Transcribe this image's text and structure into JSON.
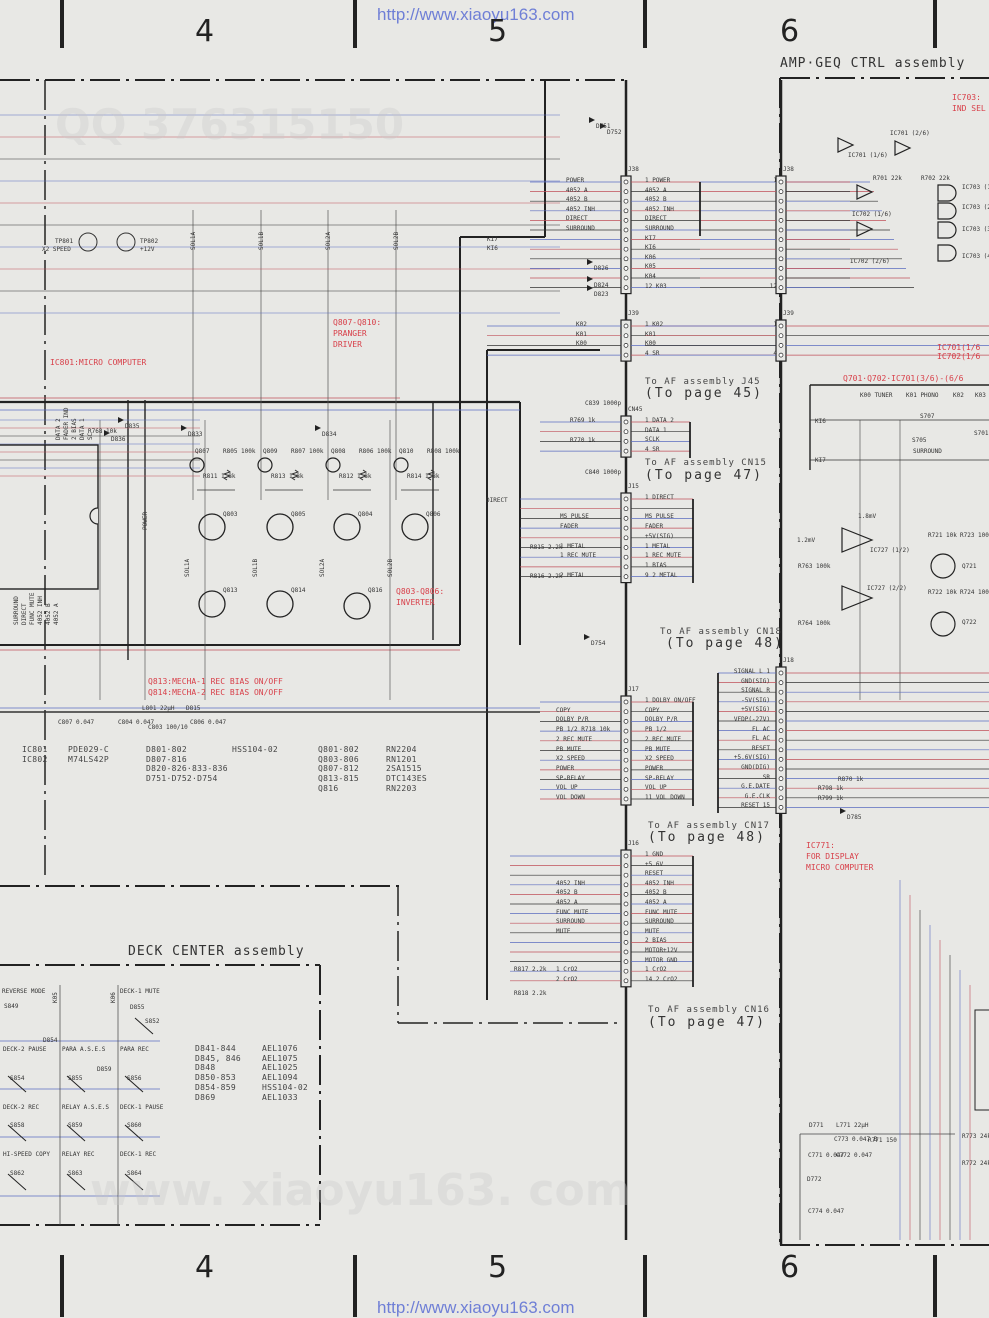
{
  "header": {
    "url": "http://www.xiaoyu163.com",
    "columns": [
      "4",
      "5",
      "6"
    ]
  },
  "watermarks": [
    "QQ 376315150",
    "www. xiaoyu163. com"
  ],
  "assemblies": {
    "amp_geq": "AMP·GEQ CTRL assembly",
    "deck_center": "DECK CENTER assembly"
  },
  "notes": {
    "ic801": "IC801:MICRO COMPUTER",
    "q807": [
      "Q807-Q810:",
      "PRANGER",
      "DRIVER"
    ],
    "q803": [
      "Q803-Q806:",
      "INVERTER"
    ],
    "q813": [
      "Q813:MECHA-1 REC BIAS ON/OFF",
      "Q814:MECHA-2 REC BIAS ON/OFF"
    ],
    "ic771": [
      "IC771:",
      "FOR DISPLAY",
      "MICRO COMPUTER"
    ],
    "ic703": [
      "IC703:",
      "IND SEL"
    ],
    "ic701": [
      "IC701(1/6",
      "IC702(1/6"
    ],
    "q701": "Q701·Q702·IC701(3/6)-(6/6"
  },
  "connectors": {
    "j38a": {
      "name": "J38",
      "left": [
        "POWER",
        "4052 A",
        "4052 B",
        "4052 INH",
        "DIRECT",
        "SURROUND",
        null,
        null,
        null,
        null,
        null,
        null
      ],
      "right": [
        "1 POWER",
        "4052 A",
        "4052 B",
        "4052 INH",
        "DIRECT",
        "SURROUND",
        "KI7",
        "KI6",
        "K06",
        "K05",
        "K04",
        "12 K03"
      ]
    },
    "j39a": {
      "name": "J39",
      "left": [
        "K02",
        "K01",
        "K00",
        null
      ],
      "right": [
        "1 K02",
        "K01",
        "K00",
        "4 SR"
      ]
    },
    "cn45": {
      "name": "CN45",
      "left": [
        null,
        null,
        null,
        null
      ],
      "right": [
        "1 DATA 2",
        "DATA 1",
        "SCLK",
        "4 SR"
      ]
    },
    "j15": {
      "name": "J15",
      "left": [
        null,
        null,
        "MS PULSE",
        "FADER",
        null,
        "1 METAL",
        "1 REC MUTE",
        null,
        "2 METAL"
      ],
      "right": [
        "1 DIRECT",
        "",
        "MS PULSE",
        "FADER",
        "+5V(SIG)",
        "1 METAL",
        "1 REC MUTE",
        "1 BIAS",
        "9 2 METAL"
      ]
    },
    "j17": {
      "name": "J17",
      "left": [
        null,
        "COPY",
        "DOLBY P/R",
        "PB 1/2  R718 10k",
        "2 REC MUTE",
        "PB MUTE",
        "X2 SPEED",
        "POWER",
        "SP-RELAY",
        "VOL UP",
        "VOL DOWN"
      ],
      "right": [
        "1 DOLBY ON/OFF",
        "COPY",
        "DOLBY P/R",
        "PB 1/2",
        "2 REC MUTE",
        "PB MUTE",
        "X2 SPEED",
        "POWER",
        "SP-RELAY",
        "VOL UP",
        "11 VOL DOWN"
      ]
    },
    "j16": {
      "name": "J16",
      "left": [
        null,
        null,
        null,
        "4052 INH",
        "4052 B",
        "4052 A",
        "FUNC MUTE",
        "SURROUND",
        "MUTE",
        null,
        null,
        null,
        "1 CrO2",
        "2 CrO2"
      ],
      "right": [
        "1 GND",
        "+5.6V",
        "RESET",
        "4052 INH",
        "4052 B",
        "4052 A",
        "FUNC MUTE",
        "SURROUND",
        "MUTE",
        "2 BIAS",
        "MOTOR+12V",
        "MOTOR GND",
        "1 CrO2",
        "14 2 CrO2"
      ]
    },
    "j38b": {
      "name": "J38",
      "left": [
        "1",
        null,
        null,
        null,
        null,
        null,
        null,
        null,
        null,
        null,
        null,
        "12"
      ],
      "right": []
    },
    "j39b": {
      "name": "J39",
      "left": [
        "1",
        null,
        null,
        "4"
      ],
      "right": []
    },
    "j18": {
      "name": "J18",
      "left": [
        "SIGNAL L 1",
        "GND(SIG)",
        "SIGNAL R",
        "-5V(SIG)",
        "+5V(SIG)",
        "VFDP(-27V)",
        "FL AC",
        "FL AC",
        "RESET",
        "+5.6V(SIG)",
        "GND(DIG)",
        "SR",
        "G.E.DATE",
        "G.E.CLK",
        "RESET 15"
      ],
      "right": []
    }
  },
  "refs": [
    {
      "line1": "To AF assembly J45",
      "line2": "(To page 45)"
    },
    {
      "line1": "To AF assembly CN15",
      "line2": "(To page 47)"
    },
    {
      "line1": "To AF assembly CN18",
      "line2": "(To page 48)"
    },
    {
      "line1": "To AF assembly CN17",
      "line2": "(To page 48)"
    },
    {
      "line1": "To AF assembly CN16",
      "line2": "(To page 47)"
    }
  ],
  "test_points": [
    {
      "name": "TP801",
      "label": "X2 SPEED"
    },
    {
      "name": "TP802",
      "label": "+12V"
    }
  ],
  "signals": [
    "SOL1A",
    "SOL1B",
    "SOL2A",
    "SOL2B",
    "POWER",
    "DIRECT",
    "KI7",
    "KI6",
    "KI6",
    "KI7"
  ],
  "components": {
    "small_transistors": [
      "Q807",
      "Q809",
      "Q808",
      "Q810"
    ],
    "resistors_top": [
      "R805 100k",
      "R807 100k",
      "R806 100k",
      "R808 100k"
    ],
    "resistors_low": [
      "R811 1.8k",
      "R813 1.8k",
      "R812 1.8k",
      "R814 1.8k"
    ],
    "inverters": [
      "Q803",
      "Q805",
      "Q804",
      "Q806"
    ],
    "bias": [
      "Q813",
      "Q814",
      "Q816"
    ],
    "diodes": [
      "D833",
      "D834",
      "D835",
      "D836",
      "D751",
      "D752",
      "D826",
      "D824",
      "D823",
      "D754",
      "D785"
    ],
    "misc": [
      "R768 10k",
      "C839 1000p",
      "R769 1k",
      "R770 1k",
      "C840 1000p",
      "R815 2.2k",
      "R816 2.2k",
      "R817 2.2k",
      "R818 2.2k",
      "C807 0.047",
      "C804 0.047",
      "L801 22µH",
      "C803 100/10",
      "D815",
      "C806 0.047",
      "R870 1k",
      "R798 1k",
      "R799 1k"
    ],
    "ic_pins_top": [
      "DATA 2",
      "FADER IND",
      "2 BIAS",
      "DATA 1",
      "SC"
    ],
    "ic_pins_bottom": [
      "SURROUND",
      "DIRECT",
      "FUNC MUTE",
      "4052 INH",
      "4052 B",
      "4052 A"
    ],
    "amp": [
      "IC701 (1/6)",
      "IC701 (2/6)",
      "IC702 (1/6)",
      "IC702 (2/6)",
      "R701 22k",
      "R702 22k",
      "IC703 (1/4)",
      "IC703 (2/4)",
      "IC703 (3/4)",
      "IC703 (4/4)",
      "IC727 (1/2)",
      "IC727 (2/2)",
      "1.2mV",
      "1.8mV",
      "R763 100k",
      "R764 100k",
      "R721 10k",
      "R723 100k",
      "R722 10k",
      "R724 100k",
      "Q721",
      "Q722"
    ],
    "keys": [
      "K00 TUNER",
      "K01 PHONO",
      "K02",
      "K03",
      "S707",
      "S705",
      "SURROUND",
      "S701",
      "POWER"
    ],
    "power": [
      "D771",
      "L771 22µH",
      "C771 0.047",
      "C772 0.047",
      "R771 150",
      "C773 0.047 B",
      "D772",
      "C774 0.047",
      "R773 24k",
      "R772 24k"
    ]
  },
  "parts_table": [
    [
      "IC801",
      "PDE029-C",
      "D801·802",
      "HSS104-02",
      "Q801·802",
      "RN2204"
    ],
    [
      "IC802",
      "M74LS42P",
      "D807-816",
      "",
      "Q803-806",
      "RN1201"
    ],
    [
      "",
      "",
      "D820-826·833-836",
      "",
      "Q807-812",
      "2SA1515"
    ],
    [
      "",
      "",
      "D751·D752·D754",
      "",
      "Q813-815",
      "DTC143ES"
    ],
    [
      "",
      "",
      "",
      "",
      "Q816",
      "RN2203"
    ]
  ],
  "deck_switches": [
    "REVERSE MODE",
    "K05",
    "K06",
    "DECK-1 MUTE",
    "S849",
    "D855",
    "S852",
    "D854",
    "DECK-2 PAUSE",
    "PARA A.S.E.S",
    "PARA REC",
    "D859",
    "S854",
    "S855",
    "S856",
    "DECK-2 REC",
    "RELAY A.S.E.S",
    "DECK-1 PAUSE",
    "S858",
    "S859",
    "S860",
    "HI-SPEED COPY",
    "RELAY REC",
    "DECK-1 REC",
    "S862",
    "S863",
    "S864"
  ],
  "deck_parts": [
    [
      "D841-844",
      "AEL1076"
    ],
    [
      "D845, 846",
      "AEL1075"
    ],
    [
      "D848",
      "AEL1025"
    ],
    [
      "D850-853",
      "AEL1094"
    ],
    [
      "D854-859",
      "HSS104-02"
    ],
    [
      "D869",
      "AEL1033"
    ]
  ],
  "colors": {
    "wire_blue": "#5b6cc0",
    "wire_red": "#c0505a",
    "note_red": "#d8404a",
    "url_blue": "#6f7fd6"
  }
}
